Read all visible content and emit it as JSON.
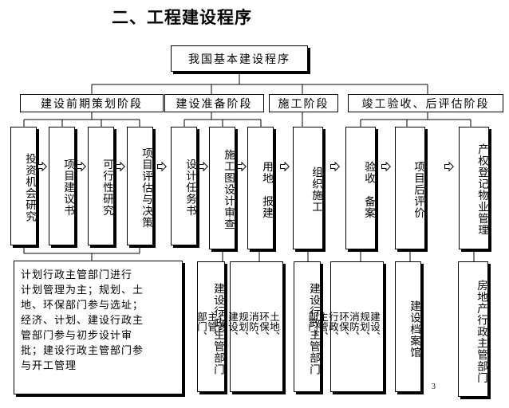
{
  "page": {
    "title": "二、工程建设程序",
    "page_number": "3"
  },
  "diagram": {
    "root": "我国基本建设程序",
    "phases": [
      "建设前期策划阶段",
      "建设准备阶段",
      "施工阶段",
      "竣工验收、后评估阶段"
    ],
    "steps": [
      "投资机会研究",
      "项目建议书",
      "可行性研究",
      "项目评估与决策",
      "设计任务书",
      "施工图设计审查",
      "用地　报建",
      "组织施工",
      "验收　备案",
      "项目后评价",
      "产权登记物业管理"
    ],
    "departments": [
      "计划行政主管部门进行\n计划管理为主；规划、土\n地、环保部门参与选址；\n经济、计划、建设行政主\n管部门参与初步设计审\n批；建设行政主管部门参\n与开工管理",
      "建设行政主管部门",
      "土地、\n环保、\n消防、\n规划、\n建设、\n行政、\n主管、\n部门、",
      "建设行政主管部门",
      "建设、\n规划、\n消防、\n环保、\n行政、\n主管、\n部门、",
      "建设档案馆",
      "房地产行政主管部门"
    ]
  }
}
